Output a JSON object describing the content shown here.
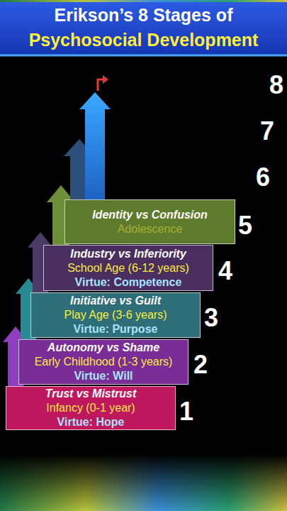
{
  "diagram": {
    "title": "Erikson’s 8 Stages of Psychosocial Development",
    "nodes": [
      {
        "text": [
          "Trust vs Mistrust",
          "Infancy (0-1 year)",
          "Virtue: Hope"
        ]
      },
      {
        "text": [
          "Autonomy vs Shame",
          "Early Childhood (1-3 years)",
          "Virtue: Will"
        ]
      },
      {
        "text": [
          "Initiative vs Guilt",
          "Play Age (3-6 years)",
          "Virtue: Purpose"
        ]
      },
      {
        "text": [
          "Industry vs Inferiority",
          "School Age (6-12 years)",
          "Virtue: Competence"
        ]
      },
      {
        "text": [
          "Identity vs Confusion",
          "Adolescence"
        ]
      }
    ],
    "labels": [
      "1",
      "2",
      "3",
      "4",
      "5",
      "6",
      "7",
      "8"
    ]
  }
}
